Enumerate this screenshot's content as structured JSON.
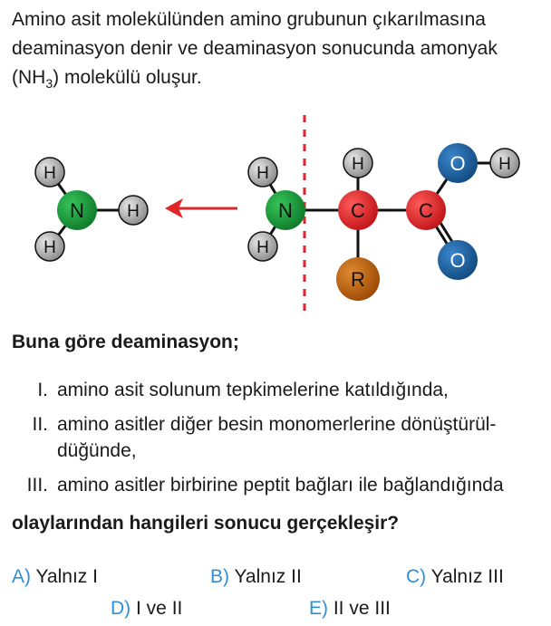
{
  "intro": {
    "line1": "Amino asit molekülünden amino grubunun çıkarılmasına",
    "line2": "deaminasyon denir ve deaminasyon sonucunda amonyak",
    "line3_prefix": "(NH",
    "line3_sub": "3",
    "line3_suffix": ") molekülü oluşur."
  },
  "diagram": {
    "ammonia": {
      "center": "N",
      "h1": "H",
      "h2": "H",
      "h3": "H"
    },
    "amino_acid": {
      "h_top_n": "H",
      "n": "N",
      "h_bottom_n": "H",
      "h_alpha": "H",
      "c_alpha": "C",
      "r": "R",
      "c_carboxyl": "C",
      "o_hydroxyl": "O",
      "h_hydroxyl": "H",
      "o_double": "O"
    },
    "colors": {
      "nitrogen": "#1a9a3a",
      "carbon": "#e0262a",
      "oxygen": "#1e5e9c",
      "r_group": "#c7660c",
      "hydrogen": "#a9a9a9",
      "arrow": "#e0262a",
      "cut_line": "#e0262a"
    }
  },
  "stem": "Buna göre deaminasyon;",
  "items": [
    {
      "num": "I.",
      "text": "amino asit solunum tepkimelerine katıldığında,"
    },
    {
      "num": "II.",
      "text": "amino asitler diğer besin monomerlerine dönüştürül-",
      "text2": "düğünde,"
    },
    {
      "num": "III.",
      "text": "amino asitler birbirine peptit bağları ile bağlandığında"
    }
  ],
  "question": "olaylarından hangileri sonucu gerçekleşir?",
  "options": [
    {
      "letter": "A)",
      "text": "Yalnız I"
    },
    {
      "letter": "B)",
      "text": "Yalnız II"
    },
    {
      "letter": "C)",
      "text": "Yalnız III"
    },
    {
      "letter": "D)",
      "text": "I ve II"
    },
    {
      "letter": "E)",
      "text": "II ve III"
    }
  ]
}
